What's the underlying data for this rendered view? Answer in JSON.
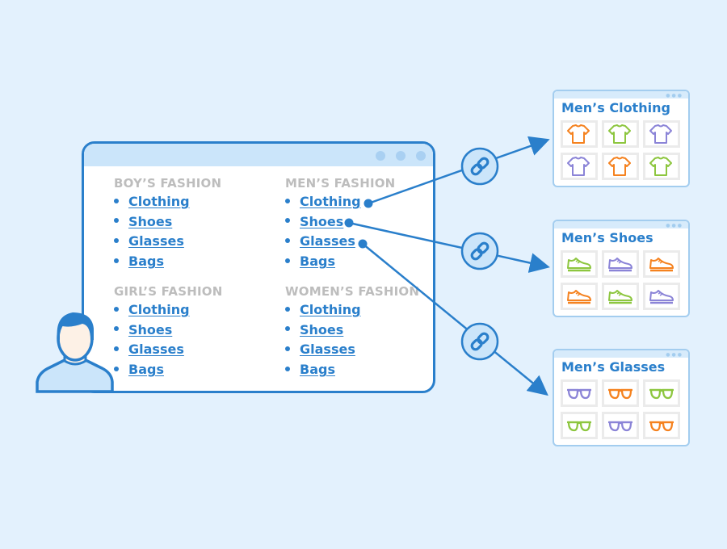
{
  "main_window": {
    "groups": [
      {
        "heading": "BOY’S FASHION",
        "links": [
          "Clothing",
          "Shoes",
          "Glasses",
          "Bags"
        ]
      },
      {
        "heading": "MEN’S FASHION",
        "links": [
          "Clothing",
          "Shoes",
          "Glasses",
          "Bags"
        ]
      },
      {
        "heading": "GIRL’S FASHION",
        "links": [
          "Clothing",
          "Shoes",
          "Glasses",
          "Bags"
        ]
      },
      {
        "heading": "WOMEN’S FASHION",
        "links": [
          "Clothing",
          "Shoes",
          "Glasses",
          "Bags"
        ]
      }
    ]
  },
  "colors": {
    "accent": "#2a7fcb",
    "orange": "#f5821f",
    "green": "#8dc63f",
    "purple": "#8b84d7"
  },
  "cards": [
    {
      "title": "Men’s Clothing",
      "icon": "shirt-icon",
      "tiles": [
        "orange",
        "green",
        "purple",
        "purple",
        "orange",
        "green"
      ]
    },
    {
      "title": "Men’s Shoes",
      "icon": "shoe-icon",
      "tiles": [
        "green",
        "purple",
        "orange",
        "orange",
        "green",
        "purple"
      ]
    },
    {
      "title": "Men’s Glasses",
      "icon": "glasses-icon",
      "tiles": [
        "purple",
        "orange",
        "green",
        "green",
        "purple",
        "orange"
      ]
    }
  ],
  "connectors": [
    {
      "from": "Men’s Clothing link",
      "to": "Men’s Clothing",
      "icon": "link-icon"
    },
    {
      "from": "Men’s Shoes link",
      "to": "Men’s Shoes",
      "icon": "link-icon"
    },
    {
      "from": "Men’s Glasses link",
      "to": "Men’s Glasses",
      "icon": "link-icon"
    }
  ]
}
